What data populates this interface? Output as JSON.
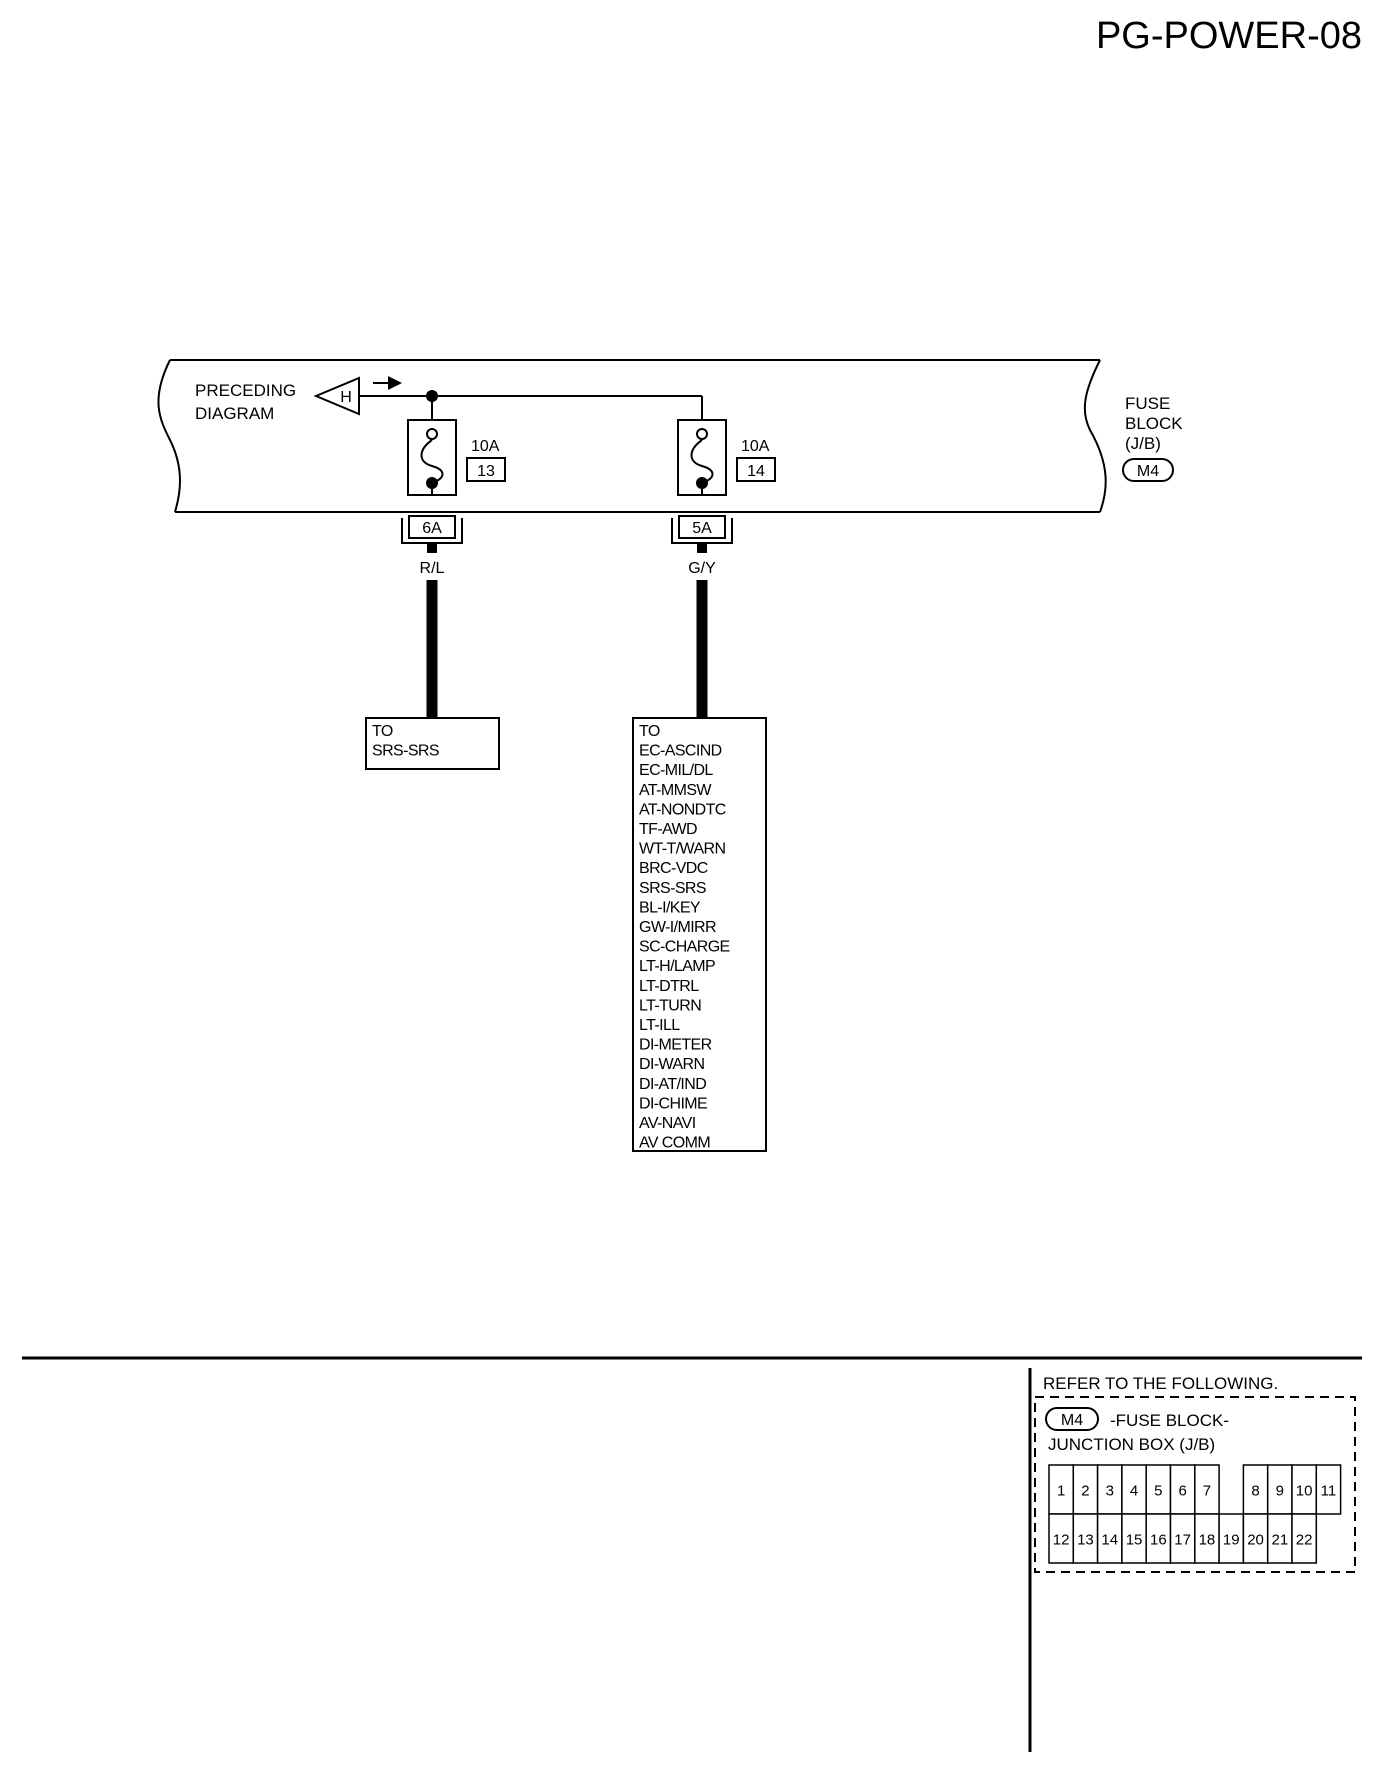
{
  "page_id": "PG-POWER-08",
  "preceding": {
    "line1": "PRECEDING",
    "line2": "DIAGRAM",
    "connector": "H"
  },
  "fuse_block": {
    "line1": "FUSE",
    "line2": "BLOCK",
    "line3": "(J/B)",
    "connector": "M4"
  },
  "fuses": [
    {
      "rating": "10A",
      "number": "13",
      "terminal": "6A",
      "wire_color": "R/L"
    },
    {
      "rating": "10A",
      "number": "14",
      "terminal": "5A",
      "wire_color": "G/Y"
    }
  ],
  "destinations": [
    {
      "lines": [
        "TO",
        "SRS-SRS"
      ]
    },
    {
      "lines": [
        "TO",
        "EC-ASCIND",
        "EC-MIL/DL",
        "AT-MMSW",
        "AT-NONDTC",
        "TF-AWD",
        "WT-T/WARN",
        "BRC-VDC",
        "SRS-SRS",
        "BL-I/KEY",
        "GW-I/MIRR",
        "SC-CHARGE",
        "LT-H/LAMP",
        "LT-DTRL",
        "LT-TURN",
        "LT-ILL",
        "DI-METER",
        "DI-WARN",
        "DI-AT/IND",
        "DI-CHIME",
        "AV-NAVI",
        "AV COMM"
      ]
    }
  ],
  "reference": {
    "heading": "REFER TO THE FOLLOWING.",
    "connector": "M4",
    "desc_line1": "-FUSE BLOCK-",
    "desc_line2": "JUNCTION BOX (J/B)",
    "top_row": [
      "1",
      "2",
      "3",
      "4",
      "5",
      "6",
      "7",
      "",
      "8",
      "9",
      "10",
      "11"
    ],
    "bottom_row": [
      "12",
      "13",
      "14",
      "15",
      "16",
      "17",
      "18",
      "19",
      "20",
      "21",
      "22"
    ]
  }
}
